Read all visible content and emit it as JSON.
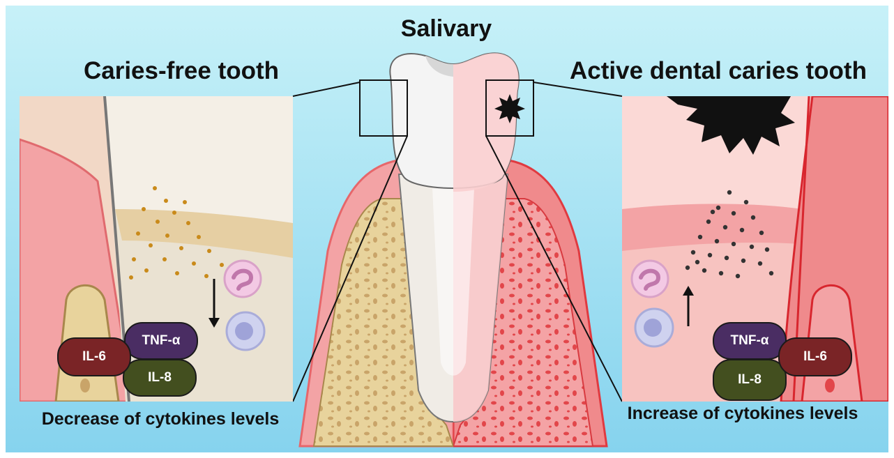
{
  "titles": {
    "center": "Salivary",
    "left": "Caries-free tooth",
    "right": "Active dental caries tooth"
  },
  "notes": {
    "left": "Decrease of cytokines levels",
    "right": "Increase of cytokines levels"
  },
  "cytokines": {
    "left": {
      "il6": "IL-6",
      "tnf": "TNF-α",
      "il8": "IL-8"
    },
    "right": {
      "il6": "IL-6",
      "tnf": "TNF-α",
      "il8": "IL-8"
    }
  },
  "colors": {
    "background": "#a9e4f3",
    "healthy_gum": "#f3a3a5",
    "inflamed_gum": "#ee6a6c",
    "bone": "#e9d39b",
    "caries": "#111111",
    "il6": "#7a2426",
    "tnf": "#4a2d63",
    "il8": "#434f1f"
  }
}
